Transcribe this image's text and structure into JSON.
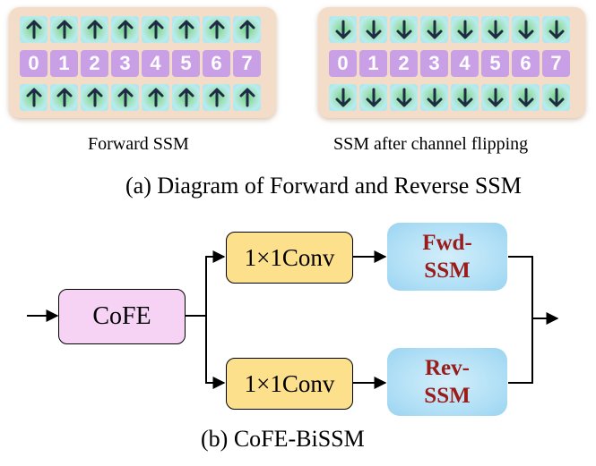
{
  "panel_a": {
    "indices": [
      "0",
      "1",
      "2",
      "3",
      "4",
      "5",
      "6",
      "7"
    ],
    "forward_direction": "up",
    "reverse_direction": "down",
    "forward_caption": "Forward SSM",
    "reverse_caption": "SSM after channel flipping",
    "caption": "(a) Diagram of Forward and Reverse SSM"
  },
  "panel_b": {
    "cofe_label": "CoFE",
    "conv_top_label": "1×1Conv",
    "conv_bottom_label": "1×1Conv",
    "fwd_line1": "Fwd-",
    "fwd_line2": "SSM",
    "rev_line1": "Rev-",
    "rev_line2": "SSM",
    "caption": "(b) CoFE-BiSSM"
  },
  "colors": {
    "panel_bg": "#f3dcc8",
    "index_cell": "#c9a0e6",
    "arrow_cell": "#a8e4ea",
    "arrow_glow": "#6fd08c",
    "cofe_fill": "#f6d2f4",
    "conv_fill": "#fce08c",
    "ssm_fill": "#b2e0f6",
    "ssm_text": "#9b1a1a"
  }
}
